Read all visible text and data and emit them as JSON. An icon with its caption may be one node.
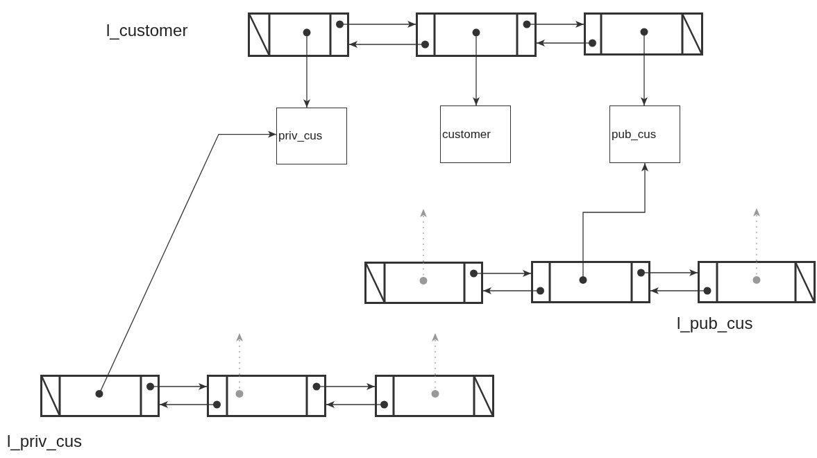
{
  "diagram": {
    "nodes": [
      {
        "text": [],
        "shape": "box",
        "beside": [
          "l_customer"
        ]
      },
      {
        "text": [],
        "shape": "box"
      },
      {
        "text": [],
        "shape": "box"
      },
      {
        "text": [
          "priv_cus"
        ]
      },
      {
        "text": [
          "customer"
        ]
      },
      {
        "text": [
          "pub_cus"
        ]
      },
      {
        "text": [],
        "shape": "box"
      },
      {
        "text": [],
        "shape": "box"
      },
      {
        "text": [],
        "shape": "box",
        "beside": [
          "l_pub_cus"
        ]
      },
      {
        "text": [],
        "shape": "box",
        "beside": [
          "l_priv_cus"
        ]
      },
      {
        "text": [],
        "shape": "box"
      },
      {
        "text": [],
        "shape": "box"
      }
    ],
    "edges": [
      {
        "from": 0,
        "to": 1,
        "arrow": "to"
      },
      {
        "from": 1,
        "to": 0,
        "arrow": "to"
      },
      {
        "from": 1,
        "to": 2,
        "arrow": "to"
      },
      {
        "from": 2,
        "to": 1,
        "arrow": "to"
      },
      {
        "from": 0,
        "to": 3,
        "arrow": "to"
      },
      {
        "from": 1,
        "to": 4,
        "arrow": "to"
      },
      {
        "from": 2,
        "to": 5,
        "arrow": "to"
      },
      {
        "from": 6,
        "to": 7,
        "arrow": "to"
      },
      {
        "from": 7,
        "to": 6,
        "arrow": "to"
      },
      {
        "from": 7,
        "to": 8,
        "arrow": "to"
      },
      {
        "from": 8,
        "to": 7,
        "arrow": "to"
      },
      {
        "from": 7,
        "to": 5,
        "arrow": "to"
      },
      {
        "from": 9,
        "to": 10,
        "arrow": "to"
      },
      {
        "from": 10,
        "to": 9,
        "arrow": "to"
      },
      {
        "from": 10,
        "to": 11,
        "arrow": "to"
      },
      {
        "from": 11,
        "to": 10,
        "arrow": "to"
      },
      {
        "from": 9,
        "to": 3,
        "arrow": "to"
      },
      {
        "from": 6,
        "to": null,
        "arrow": "to",
        "style": "dashed",
        "color": "#999999"
      },
      {
        "from": 8,
        "to": null,
        "arrow": "to",
        "style": "dashed",
        "color": "#999999"
      },
      {
        "from": 10,
        "to": null,
        "arrow": "to",
        "style": "dashed",
        "color": "#999999"
      },
      {
        "from": 11,
        "to": null,
        "arrow": "to",
        "style": "dashed",
        "color": "#999999"
      }
    ]
  }
}
